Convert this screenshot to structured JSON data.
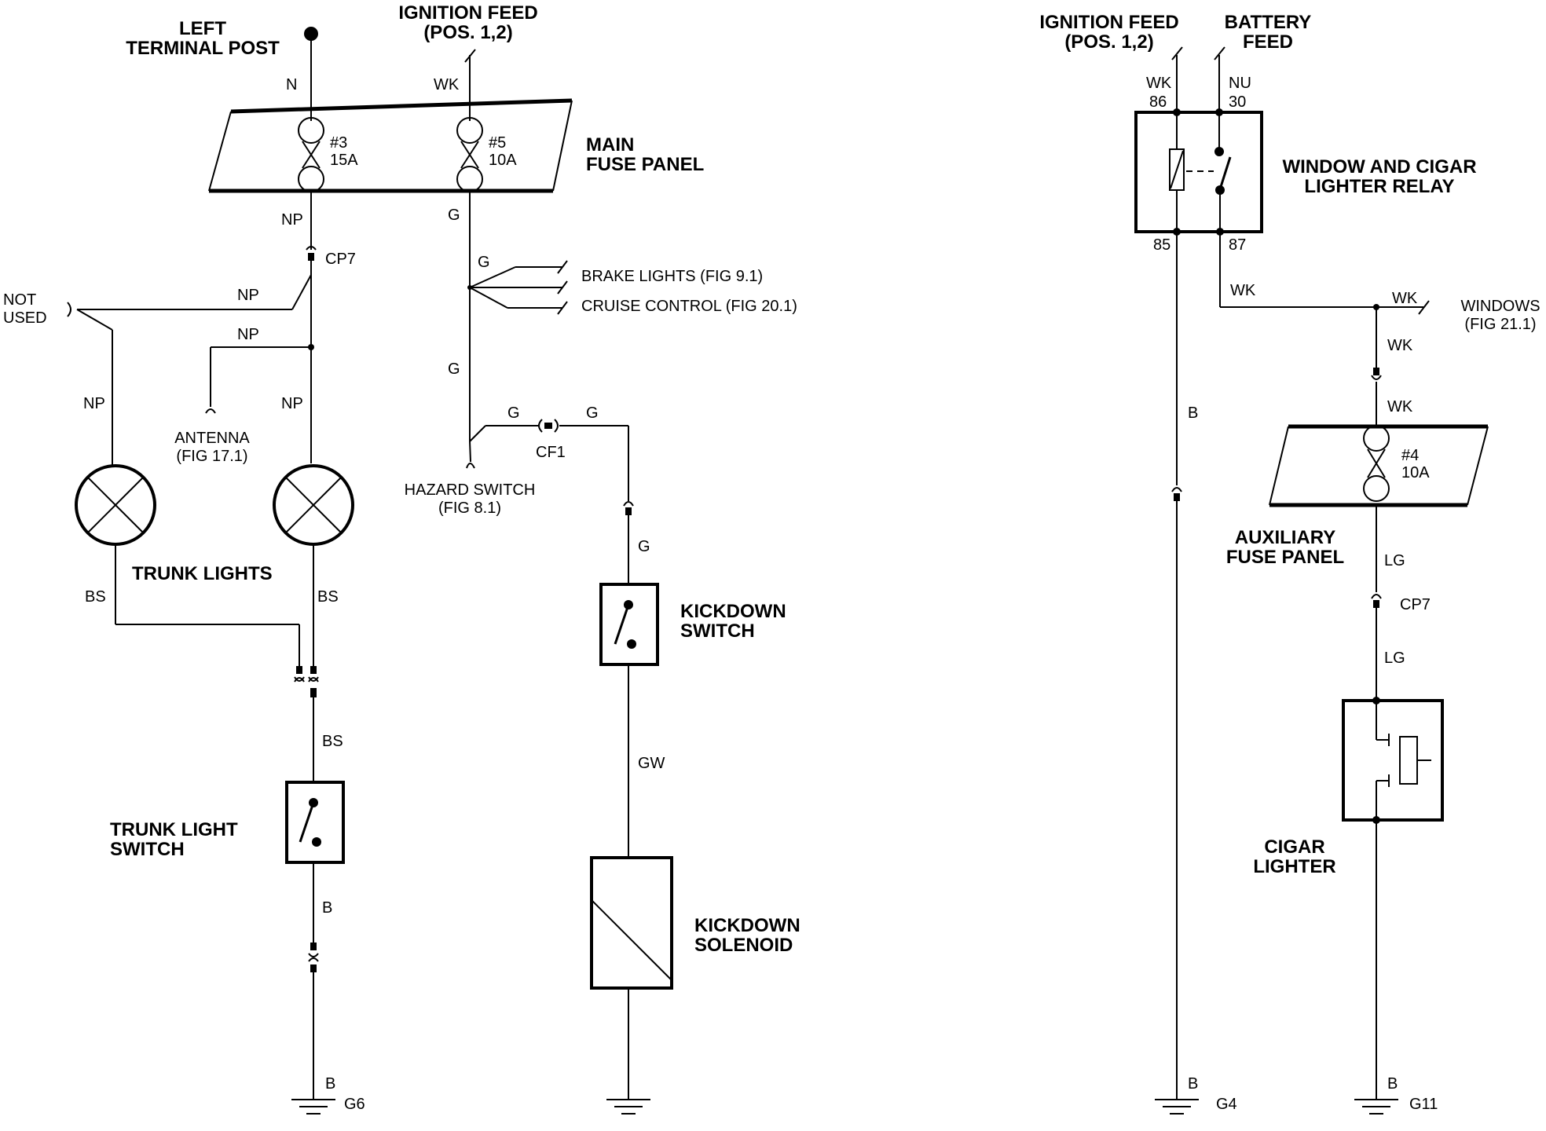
{
  "left_circuit": {
    "left_terminal_post": "LEFT\nTERMINAL POST",
    "ignition_feed": "IGNITION FEED\n(POS. 1,2)",
    "main_fuse_panel": "MAIN\nFUSE PANEL",
    "fuse_3": "#3\n15A",
    "fuse_5": "#5\n10A",
    "trunk_lights": "TRUNK LIGHTS",
    "trunk_light_switch": "TRUNK LIGHT\nSWITCH",
    "kickdown_switch": "KICKDOWN\nSWITCH",
    "kickdown_solenoid": "KICKDOWN\nSOLENOID",
    "not_used": "NOT\nUSED",
    "antenna": "ANTENNA\n(FIG 17.1)",
    "hazard_switch": "HAZARD SWITCH\n(FIG 8.1)",
    "brake_lights": "BRAKE LIGHTS (FIG 9.1)",
    "cruise_control": "CRUISE CONTROL (FIG 20.1)",
    "connector_cp7": "CP7",
    "connector_cf1": "CF1",
    "ground_g6": "G6",
    "wires": {
      "n": "N",
      "wk": "WK",
      "np_1": "NP",
      "np_2": "NP",
      "np_3": "NP",
      "np_4": "NP",
      "np_5": "NP",
      "g_1": "G",
      "g_2": "G",
      "g_3": "G",
      "g_4": "G",
      "g_5": "G",
      "g_6": "G",
      "bs_1": "BS",
      "bs_2": "BS",
      "bs_3": "BS",
      "b_1": "B",
      "b_2": "B",
      "gw": "GW"
    }
  },
  "right_circuit": {
    "ignition_feed": "IGNITION FEED\n(POS. 1,2)",
    "battery_feed": "BATTERY\nFEED",
    "relay": "WINDOW AND CIGAR\nLIGHTER RELAY",
    "pin_86": "86",
    "pin_30": "30",
    "pin_85": "85",
    "pin_87": "87",
    "windows": "WINDOWS\n(FIG 21.1)",
    "fuse_4": "#4\n10A",
    "auxiliary_fuse_panel": "AUXILIARY\nFUSE PANEL",
    "connector_cp7": "CP7",
    "cigar_lighter": "CIGAR\nLIGHTER",
    "ground_g4": "G4",
    "ground_g11": "G11",
    "wires": {
      "wk_1": "WK",
      "nu": "NU",
      "wk_2": "WK",
      "wk_3": "WK",
      "wk_4": "WK",
      "wk_5": "WK",
      "b_1": "B",
      "b_2": "B",
      "b_3": "B",
      "lg_1": "LG",
      "lg_2": "LG"
    }
  }
}
